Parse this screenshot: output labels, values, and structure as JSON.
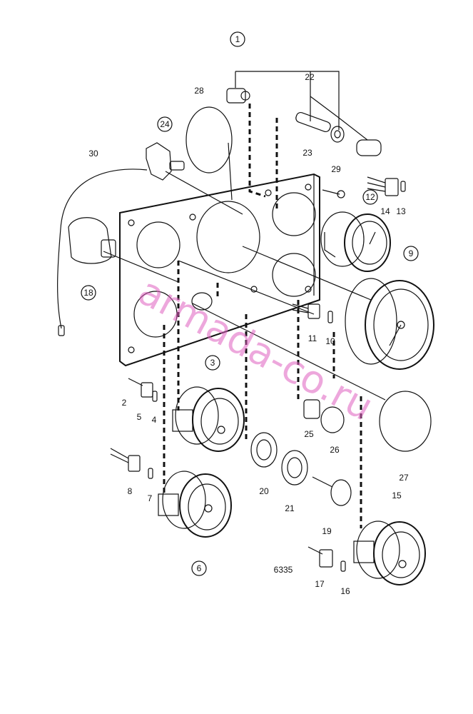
{
  "diagram": {
    "drawing_number": "6335",
    "watermark": "armada-co.ru",
    "callouts": [
      "1",
      "2",
      "3",
      "4",
      "5",
      "6",
      "7",
      "8",
      "9",
      "10",
      "11",
      "12",
      "13",
      "14",
      "15",
      "16",
      "17",
      "18",
      "19",
      "20",
      "21",
      "22",
      "23",
      "24",
      "25",
      "26",
      "27",
      "28",
      "29",
      "30"
    ]
  }
}
